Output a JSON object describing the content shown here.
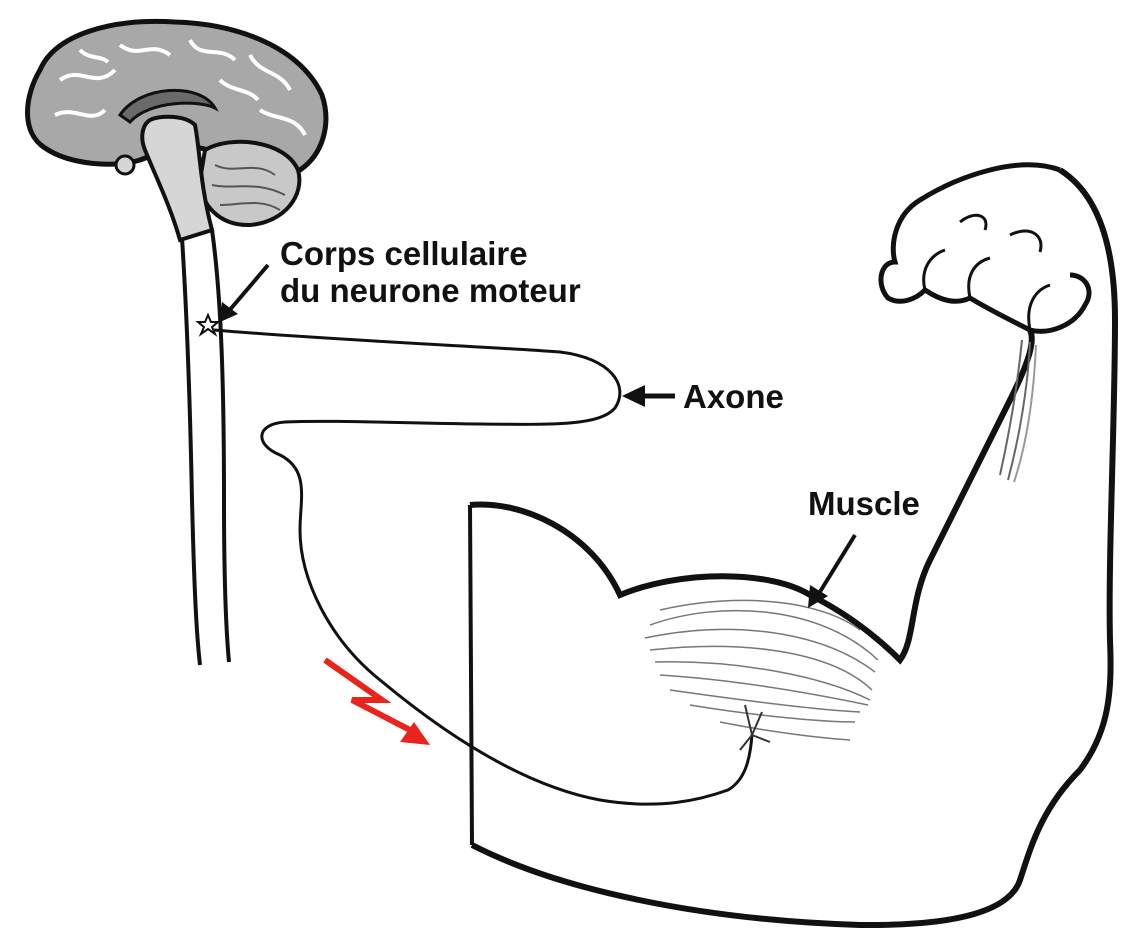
{
  "diagram": {
    "labels": {
      "cell_body_line1": "Corps cellulaire",
      "cell_body_line2": "du neurone moteur",
      "axon": "Axone",
      "muscle": "Muscle"
    },
    "colors": {
      "ink": "#111111",
      "brain_gray": "#a8a8a8",
      "brain_dark": "#6a6a6a",
      "impulse_red": "#e8241c"
    },
    "icons": [
      "brain-icon",
      "spinal-cord-icon",
      "neuron-star-icon",
      "impulse-arrow-icon",
      "fist-icon"
    ]
  }
}
